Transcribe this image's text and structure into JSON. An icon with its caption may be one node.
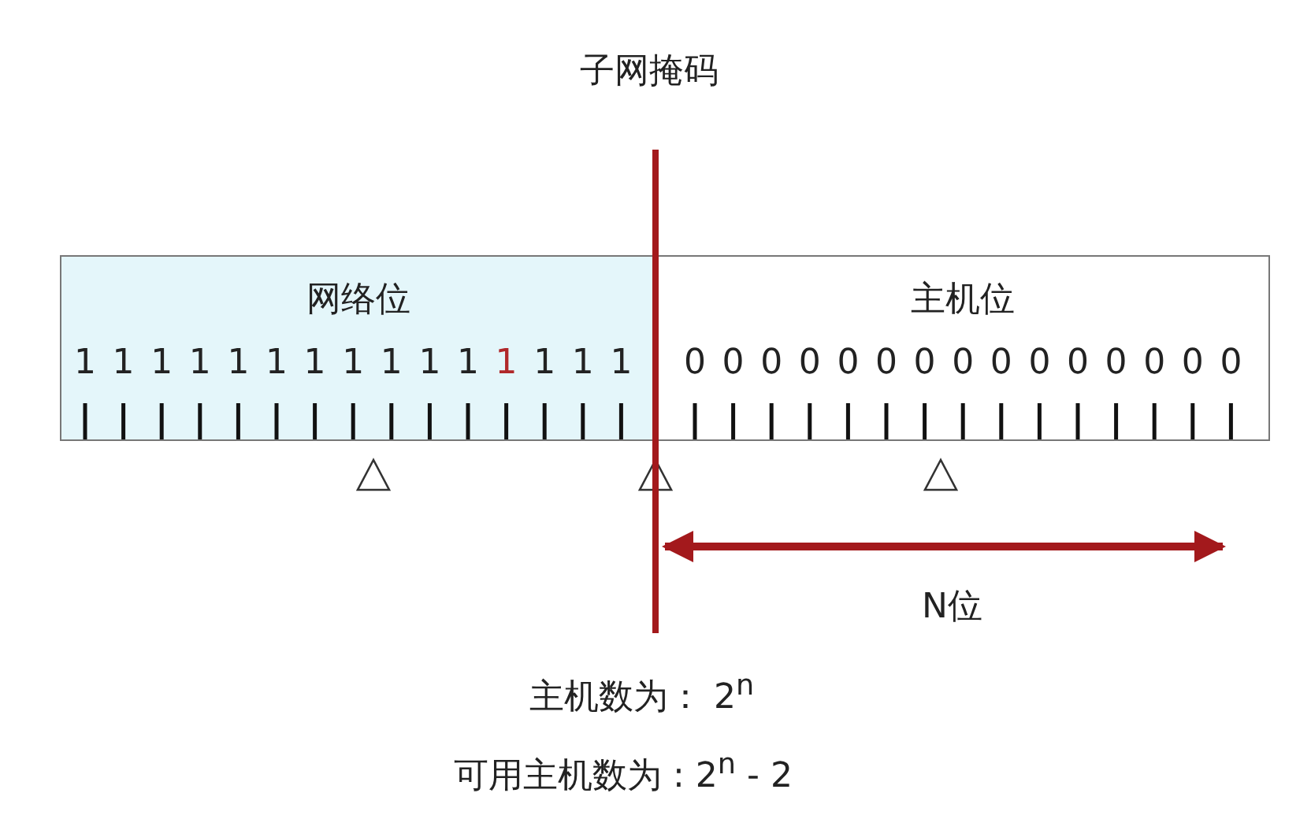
{
  "diagram": {
    "title": "子网掩码",
    "nodes": [
      {
        "text": [
          "网络位"
        ]
      },
      {
        "text": [
          "主机位"
        ]
      }
    ],
    "edges": [],
    "labels": [
      "1",
      "1",
      "1",
      "1",
      "1",
      "1",
      "1",
      "1",
      "1",
      "1",
      "1",
      "1",
      "1",
      "1",
      "1",
      "0",
      "0",
      "0",
      "0",
      "0",
      "0",
      "0",
      "0",
      "0",
      "0",
      "0",
      "0",
      "0",
      "0",
      "0",
      "N位",
      "主机数为： 2$^{n}$",
      "可用主机数为 : 2$^{n}$ - 2"
    ]
  }
}
